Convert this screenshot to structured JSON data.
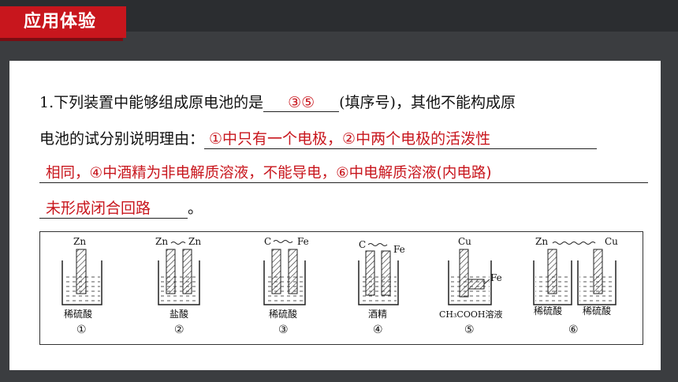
{
  "header": {
    "section_title": "应用体验"
  },
  "question": {
    "line1_prefix": "1.下列装置中能够组成原电池的是",
    "answer1": "③⑤",
    "line1_suffix": "(填序号)，其他不能构成原",
    "line2_prefix": "电池的试分别说明理由：",
    "answer2_part1": "①中只有一个电极，②中两个电极的活泼性",
    "answer2_part2": "相同，④中酒精为非电解质溶液，不能导电，⑥中电解质溶液(内电路)",
    "answer2_part3": "未形成闭合回路",
    "end_mark": "。"
  },
  "colors": {
    "answer": "#c8161d",
    "tab": "#c8161d",
    "background": "#3b3d40"
  },
  "devices": [
    {
      "electrodes": "Zn",
      "solution": "稀硫酸",
      "number": "①"
    },
    {
      "electrodes_left": "Zn",
      "electrodes_right": "Zn",
      "solution": "盐酸",
      "number": "②"
    },
    {
      "electrodes_left": "C",
      "electrodes_right": "Fe",
      "solution": "稀硫酸",
      "number": "③"
    },
    {
      "electrodes_left": "C",
      "electrodes_right": "Fe",
      "solution": "酒精",
      "number": "④"
    },
    {
      "electrodes_left": "Cu",
      "electrodes_right": "Fe",
      "solution": "CH₃COOH溶液",
      "number": "⑤"
    },
    {
      "electrodes_left": "Zn",
      "electrodes_right": "Cu",
      "solution_left": "稀硫酸",
      "solution_right": "稀硫酸",
      "number": "⑥"
    }
  ]
}
